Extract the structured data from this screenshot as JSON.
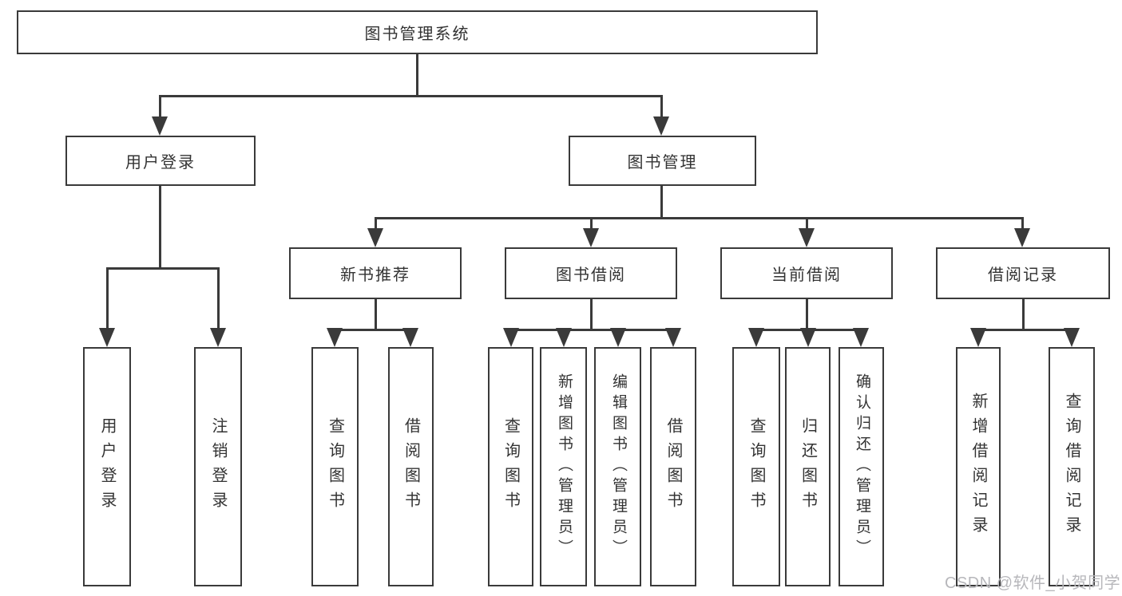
{
  "diagram": {
    "tree": {
      "root": {
        "label": "图书管理系统",
        "children": [
          {
            "label": "用户登录",
            "children": [
              {
                "label": "用户登录"
              },
              {
                "label": "注销登录"
              }
            ]
          },
          {
            "label": "图书管理",
            "children": [
              {
                "label": "新书推荐",
                "children": [
                  {
                    "label": "查询图书"
                  },
                  {
                    "label": "借阅图书"
                  }
                ]
              },
              {
                "label": "图书借阅",
                "children": [
                  {
                    "label": "查询图书"
                  },
                  {
                    "label": "新增图书（管理员）"
                  },
                  {
                    "label": "编辑图书（管理员）"
                  },
                  {
                    "label": "借阅图书"
                  }
                ]
              },
              {
                "label": "当前借阅",
                "children": [
                  {
                    "label": "查询图书"
                  },
                  {
                    "label": "归还图书"
                  },
                  {
                    "label": "确认归还（管理员）"
                  }
                ]
              },
              {
                "label": "借阅记录",
                "children": [
                  {
                    "label": "新增借阅记录"
                  },
                  {
                    "label": "查询借阅记录"
                  }
                ]
              }
            ]
          }
        ]
      }
    },
    "colors": {
      "line": "#3a3a3a",
      "box_fill": "#ffffff",
      "text": "#333333",
      "watermark_text": "#b7b7bb",
      "background": "#ffffff"
    }
  },
  "watermark": {
    "text": "CSDN @软件_小贺同学"
  }
}
